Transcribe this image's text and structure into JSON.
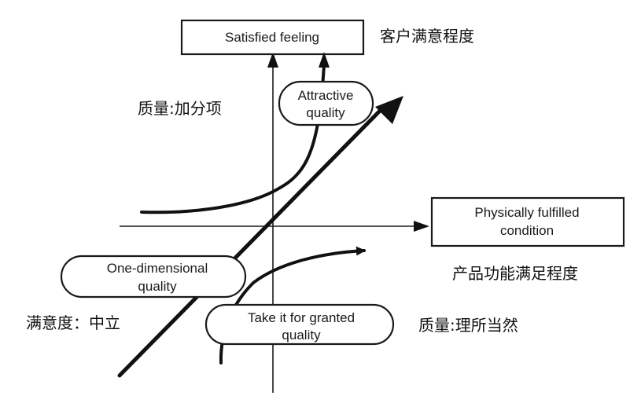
{
  "diagram": {
    "y_axis_box": "Satisfied feeling",
    "y_axis_cn": "客户满意程度",
    "x_axis_box": [
      "Physically fulfilled",
      "condition"
    ],
    "x_axis_cn": "产品功能满足程度",
    "attractive": {
      "label": [
        "Attractive",
        "quality"
      ],
      "cn": "质量:加分项"
    },
    "one_dimensional": {
      "label": [
        "One-dimensional",
        "quality"
      ],
      "cn": "满意度：中立"
    },
    "must_be": {
      "label": [
        "Take it for granted",
        "quality"
      ],
      "cn": "质量:理所当然"
    }
  }
}
